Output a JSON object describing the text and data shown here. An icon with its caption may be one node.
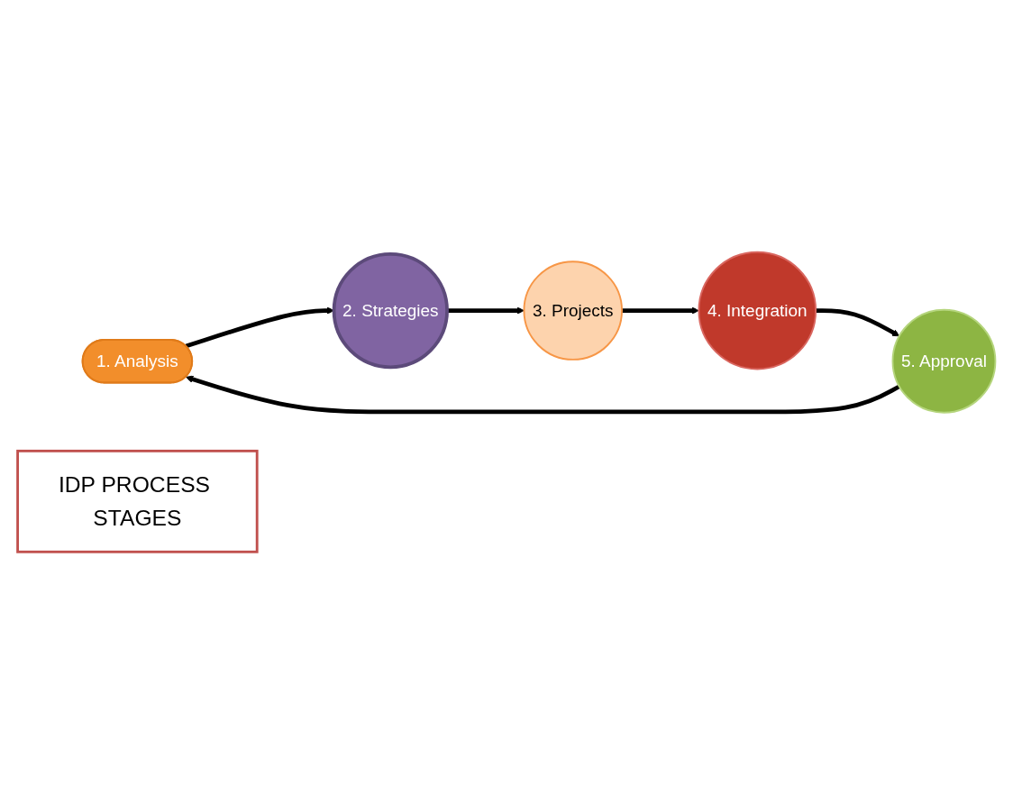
{
  "diagram": {
    "nodes": [
      {
        "text": [
          "1. Analysis"
        ]
      },
      {
        "text": [
          "2. Strategies"
        ]
      },
      {
        "text": [
          "3. Projects"
        ]
      },
      {
        "text": [
          "IDP PROCESS STAGES"
        ]
      },
      {
        "text": [
          "4. Integration"
        ]
      },
      {
        "text": [
          "5. Approval"
        ]
      }
    ],
    "edges": [
      {
        "from": 0,
        "to": 1,
        "arrow": "to"
      },
      {
        "from": 1,
        "to": 2,
        "arrow": "to"
      },
      {
        "from": 2,
        "to": 4,
        "arrow": "to"
      },
      {
        "from": 4,
        "to": 5,
        "arrow": "to"
      },
      {
        "from": 5,
        "to": 0,
        "arrow": "to"
      }
    ]
  }
}
